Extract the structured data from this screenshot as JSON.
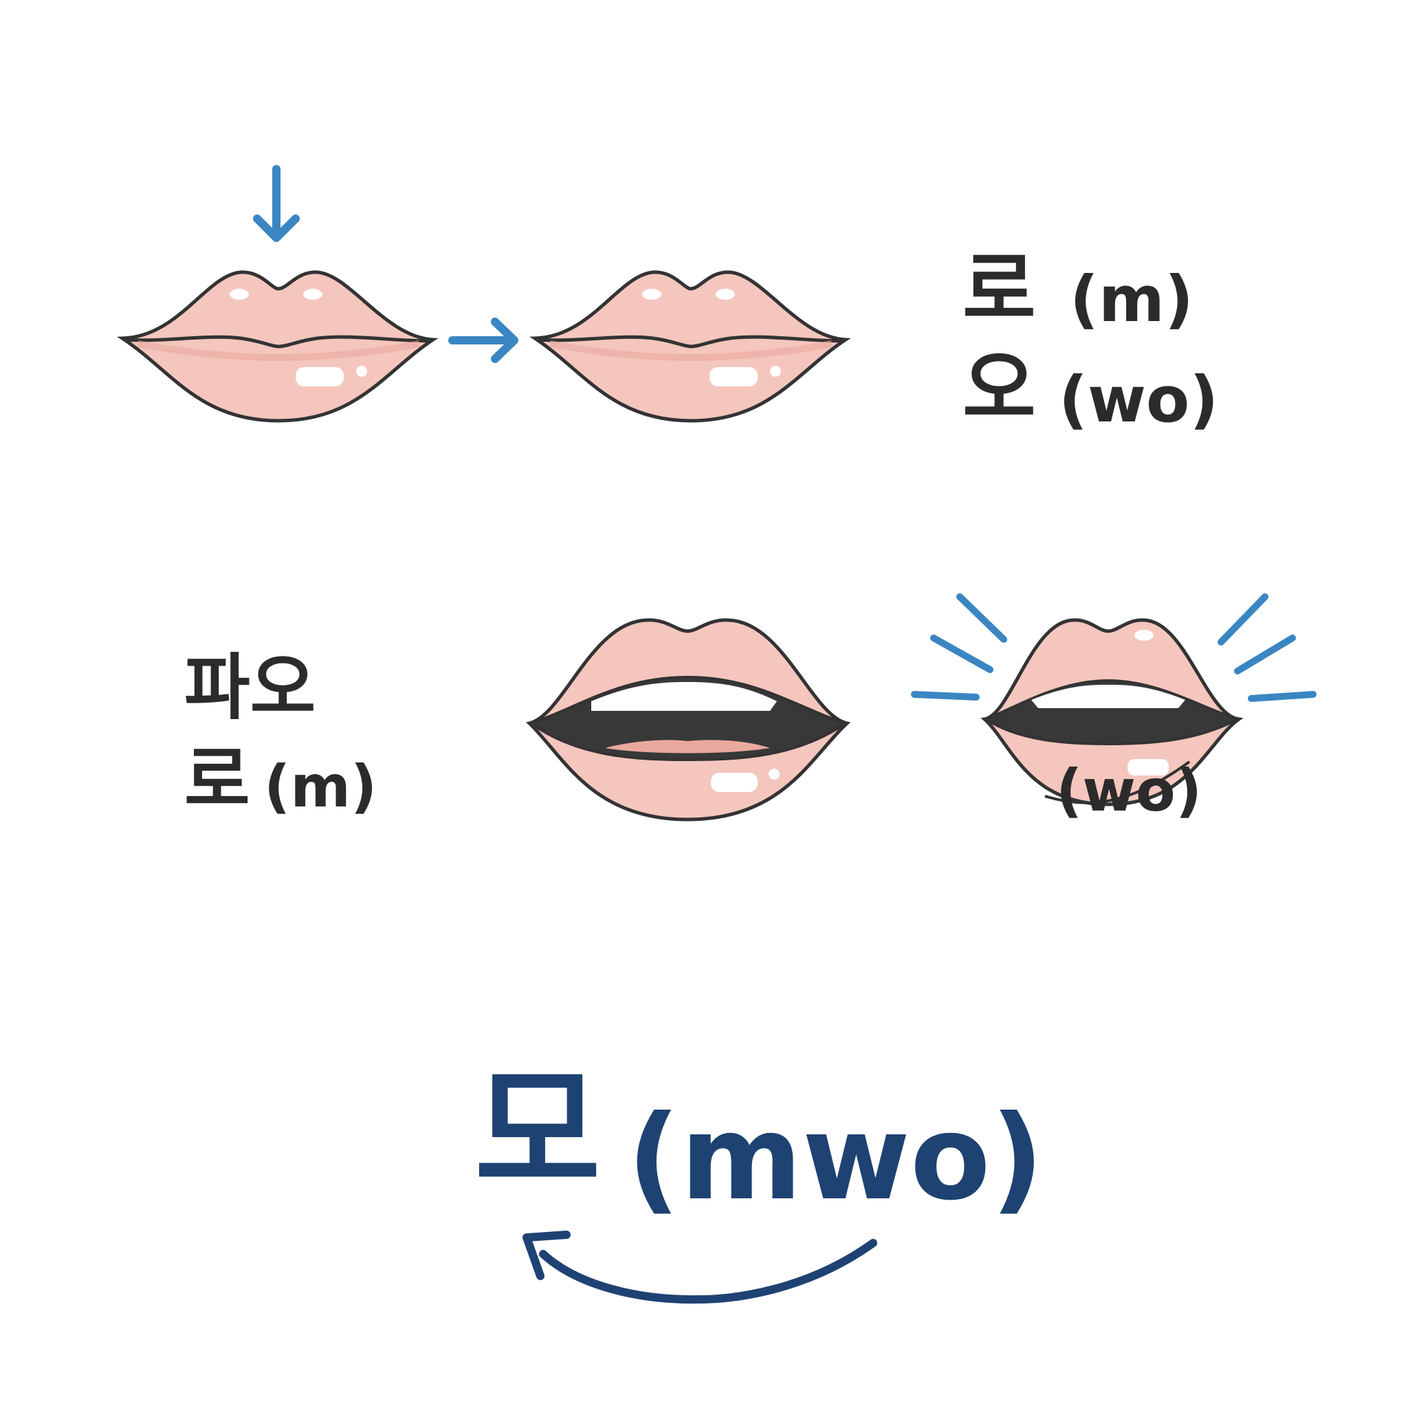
{
  "colors": {
    "lip_fill": "#f4c6bd",
    "lip_shade": "#e9a99e",
    "outline": "#333333",
    "mouth_dark": "#383838",
    "teeth": "#ffffff",
    "accent_blue": "#3a86c3",
    "final_blue": "#1e4272"
  },
  "icons": {
    "down_arrow": "arrow-down-icon",
    "right_arrow": "arrow-right-icon",
    "curved_arrow": "curved-return-arrow-icon",
    "sound_lines": "sound-burst-icon"
  },
  "top_row": {
    "line1_korean": "로",
    "line1_roman": "(m)",
    "line2_korean": "오",
    "line2_roman": "(wo)"
  },
  "middle_row": {
    "line1_korean": "파오",
    "line2_korean": "로",
    "line2_roman": "(m)",
    "overlay_roman": "(wo)"
  },
  "final": {
    "korean": "모",
    "roman": "(mwo)"
  }
}
